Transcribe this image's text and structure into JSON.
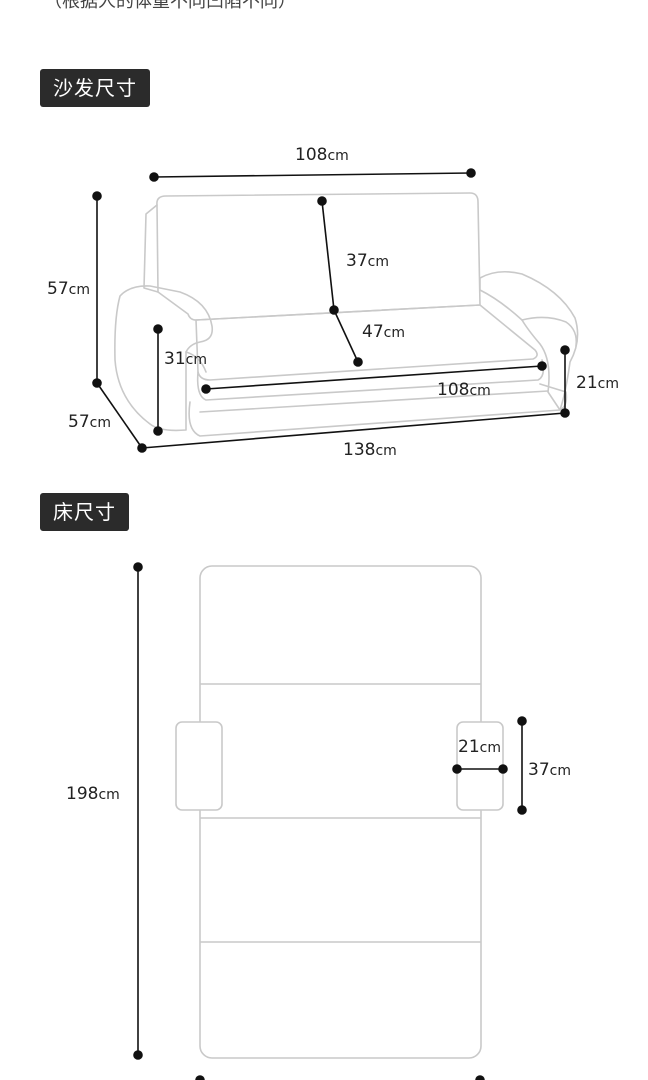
{
  "note": "（根据人的体重不同凹陷不同）",
  "sofa_section": {
    "label": "沙发尺寸",
    "dimensions": {
      "back_width": {
        "value": "108",
        "unit": "cm"
      },
      "total_height": {
        "value": "57",
        "unit": "cm"
      },
      "back_height": {
        "value": "37",
        "unit": "cm"
      },
      "seat_depth": {
        "value": "47",
        "unit": "cm"
      },
      "arm_height": {
        "value": "31",
        "unit": "cm"
      },
      "seat_width": {
        "value": "108",
        "unit": "cm"
      },
      "seat_height": {
        "value": "21",
        "unit": "cm"
      },
      "total_depth": {
        "value": "57",
        "unit": "cm"
      },
      "total_width": {
        "value": "138",
        "unit": "cm"
      }
    }
  },
  "bed_section": {
    "label": "床尺寸",
    "dimensions": {
      "length": {
        "value": "198",
        "unit": "cm"
      },
      "arm_width": {
        "value": "21",
        "unit": "cm"
      },
      "arm_length": {
        "value": "37",
        "unit": "cm"
      }
    }
  },
  "colors": {
    "tag_background": "#2b2b2b",
    "tag_text": "#ffffff",
    "outline": "#c9c9c9",
    "dimension_line": "#111111"
  }
}
